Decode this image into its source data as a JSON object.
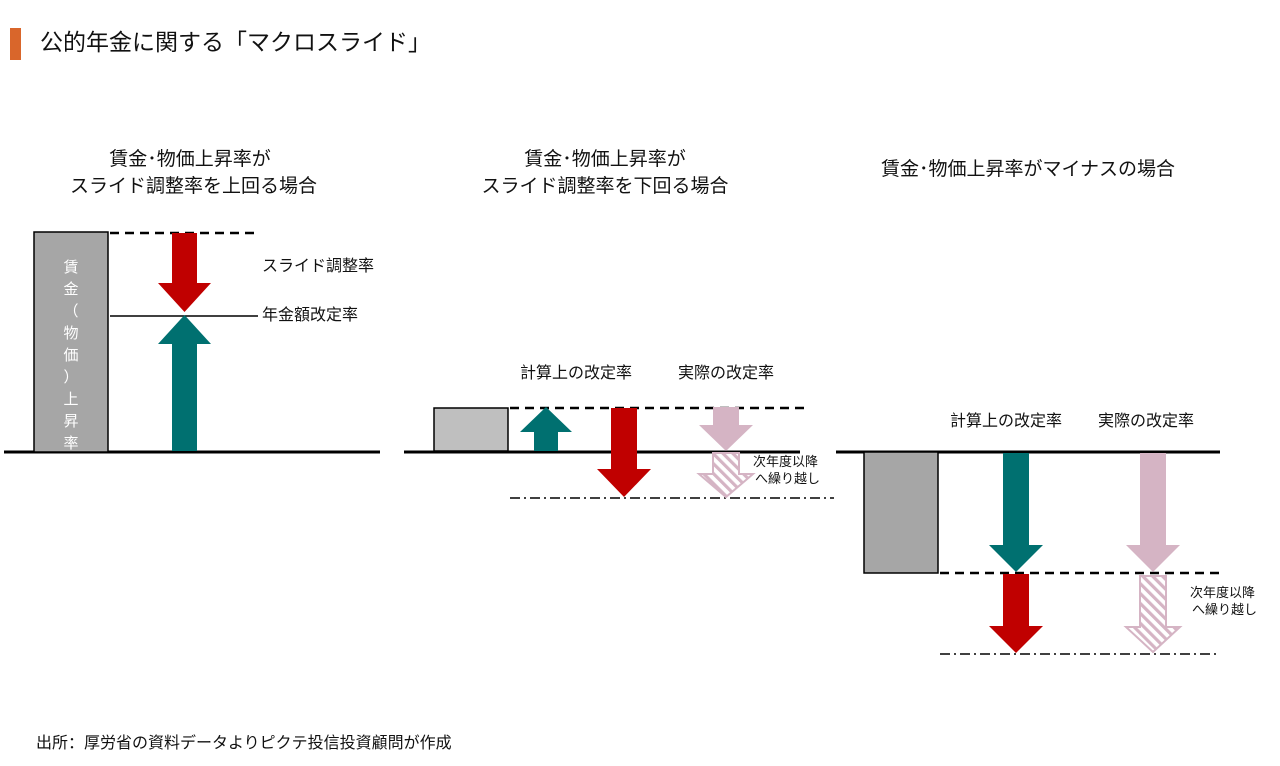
{
  "title": "公的年金に関する「マクロスライド」",
  "colors": {
    "accent": "#d9662b",
    "red_arrow": "#c00000",
    "green_arrow": "#007070",
    "pink_arrow": "#d5b4c4",
    "bar_dark": "#a6a6a6",
    "bar_light": "#bfbfbf"
  },
  "sections": [
    {
      "title_line1": "賃金･物価上昇率が",
      "title_line2": "スライド調整率を上回る場合",
      "bar_label_chars": [
        "賃",
        "金",
        "（",
        "物",
        "価",
        "）",
        "上",
        "昇",
        "率"
      ],
      "label_slide": "スライド調整率",
      "label_revision": "年金額改定率"
    },
    {
      "title_line1": "賃金･物価上昇率が",
      "title_line2": "スライド調整率を下回る場合",
      "label_calc": "計算上の改定率",
      "label_actual": "実際の改定率",
      "carry_line1": "次年度以降",
      "carry_line2": "へ繰り越し"
    },
    {
      "title_line1": "賃金･物価上昇率がマイナスの場合",
      "label_calc": "計算上の改定率",
      "label_actual": "実際の改定率",
      "carry_line1": "次年度以降",
      "carry_line2": "へ繰り越し"
    }
  ],
  "footer": "出所：厚労省の資料データよりピクテ投信投資顧問が作成"
}
